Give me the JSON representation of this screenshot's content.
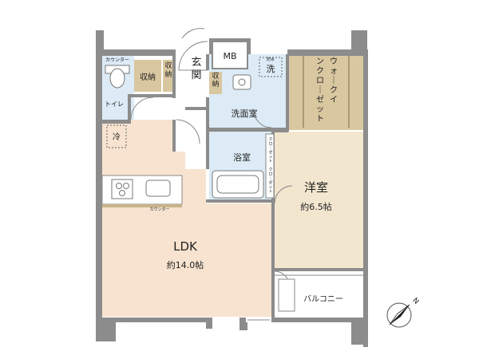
{
  "rooms": {
    "mb": "MB",
    "genkan": "玄関",
    "shuno1": "収納",
    "shuno2": "収納",
    "shuno3": "収納",
    "counter_toilet": "カウンター",
    "toilet": "トイレ",
    "senmen": "洗面室",
    "sen": "洗",
    "bokki": "防水",
    "wic": "ウォークインクローゼット",
    "rei": "冷",
    "yokushitsu": "浴室",
    "closet_a": "クローゼット",
    "closet_b": "クローゼット",
    "youshitsu": "洋室",
    "youshitsu_size": "約6.5帖",
    "ldk": "LDK",
    "ldk_size": "約14.0帖",
    "counter_kitchen": "カウンター",
    "balcony": "バルコニー"
  },
  "compass": {
    "label": "N"
  },
  "colors": {
    "wall": "#8c8c8c",
    "ldk_floor": "#f7e3cf",
    "western_floor": "#f3e6cf",
    "wet_area": "#dcebf5",
    "storage": "#d9c7a0",
    "counter": "#c9b48a",
    "hall": "#ffffff"
  }
}
